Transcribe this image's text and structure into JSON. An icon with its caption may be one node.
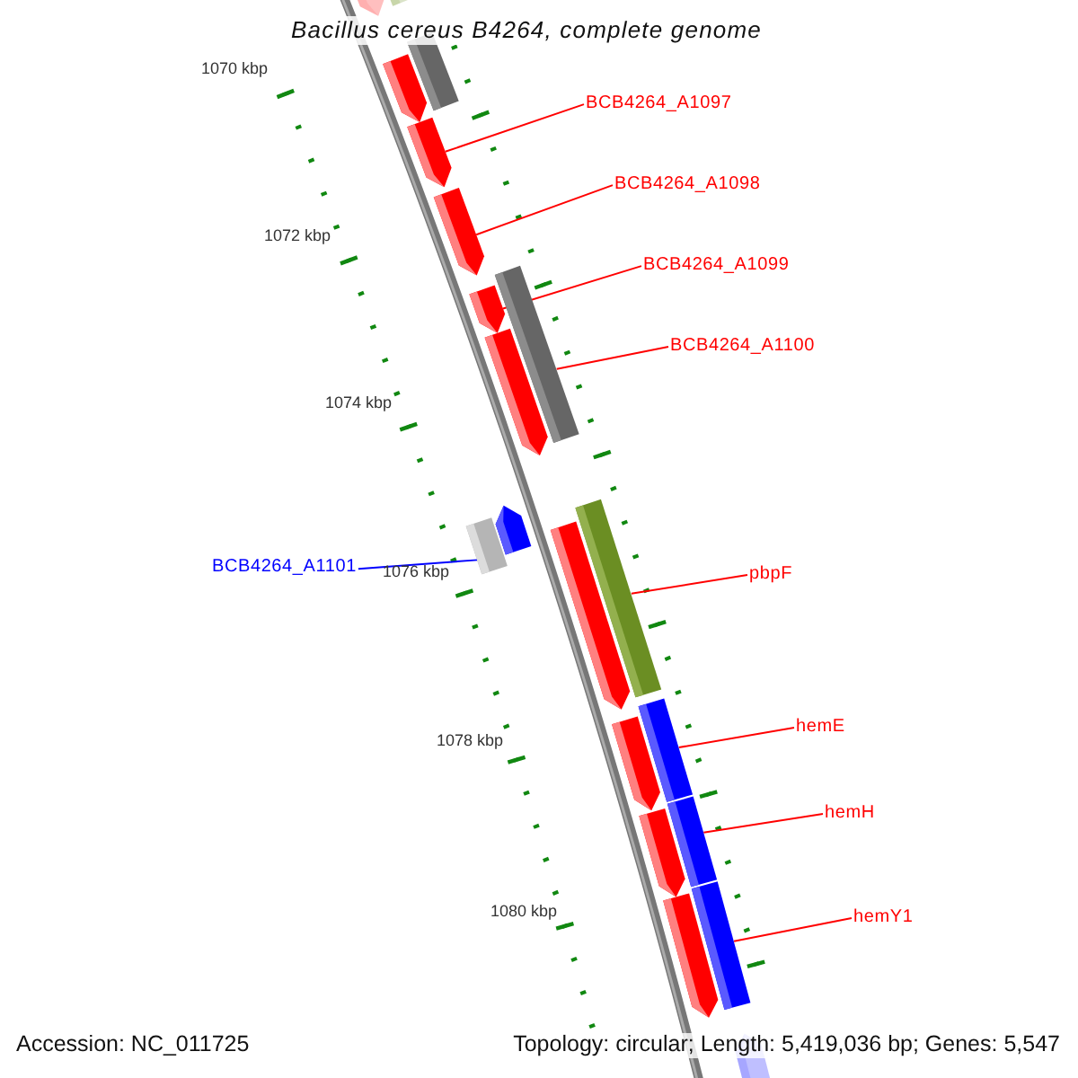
{
  "diagram": {
    "title": "Bacillus cereus B4264, complete genome",
    "nodes": [
      {
        "text": [
          "BCB4264_A1097"
        ]
      },
      {
        "text": [
          "BCB4264_A1098"
        ]
      },
      {
        "text": [
          "BCB4264_A1099"
        ]
      },
      {
        "text": [
          "BCB4264_A1100"
        ]
      },
      {
        "text": [
          "BCB4264_A1101"
        ]
      },
      {
        "text": [
          "pbpF"
        ]
      },
      {
        "text": [
          "hemE"
        ]
      },
      {
        "text": [
          "hemH"
        ]
      },
      {
        "text": [
          "hemY1"
        ]
      },
      {
        "text": [],
        "shape": "arrow"
      },
      {
        "text": [],
        "shape": "bar"
      },
      {
        "text": [],
        "shape": "arrow"
      },
      {
        "text": [],
        "shape": "bar"
      },
      {
        "text": [],
        "shape": "arrow"
      },
      {
        "text": [],
        "shape": "arrow"
      },
      {
        "text": [],
        "shape": "bar"
      },
      {
        "text": [],
        "shape": "arrow"
      },
      {
        "text": [],
        "shape": "arrow"
      },
      {
        "text": [],
        "shape": "bar"
      },
      {
        "text": [],
        "shape": "arrow"
      },
      {
        "text": [],
        "shape": "arrow"
      },
      {
        "text": [],
        "shape": "bar"
      },
      {
        "text": [],
        "shape": "arrow"
      },
      {
        "text": [],
        "shape": "bar"
      },
      {
        "text": [],
        "shape": "arrow"
      },
      {
        "text": [],
        "shape": "bar"
      },
      {
        "text": [],
        "shape": "arrow"
      },
      {
        "text": [],
        "shape": "bar"
      },
      {
        "text": [],
        "shape": "arrow"
      }
    ],
    "edges": [
      {
        "from": 0,
        "to": 13,
        "arrow": "none"
      },
      {
        "from": 1,
        "to": 14,
        "arrow": "none"
      },
      {
        "from": 2,
        "to": 16,
        "arrow": "none"
      },
      {
        "from": 3,
        "to": 15,
        "arrow": "none"
      },
      {
        "from": 4,
        "to": 18,
        "arrow": "none",
        "color": "#0000ff"
      },
      {
        "from": 5,
        "to": 21,
        "arrow": "none"
      },
      {
        "from": 6,
        "to": 23,
        "arrow": "none"
      },
      {
        "from": 7,
        "to": 25,
        "arrow": "none"
      },
      {
        "from": 8,
        "to": 27,
        "arrow": "none"
      }
    ],
    "labels": [
      "1070 kbp",
      "1072 kbp",
      "1074 kbp",
      "1076 kbp",
      "1078 kbp",
      "1080 kbp",
      "Accession: NC_011725",
      "Topology: circular; Length: 5,419,036 bp; Genes: 5,547"
    ]
  }
}
